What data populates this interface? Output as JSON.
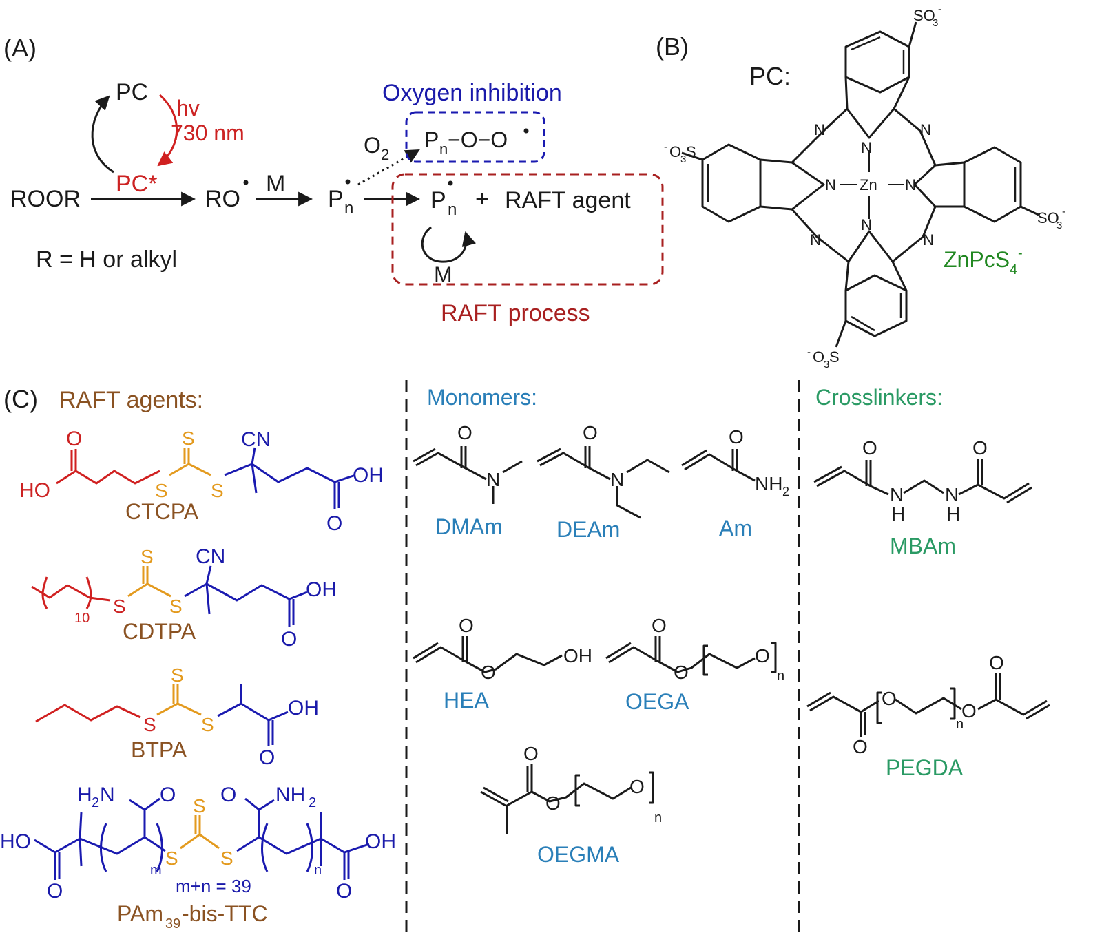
{
  "panel_a": {
    "label": "(A)",
    "pc": "PC",
    "hv": "hv",
    "wavelength": "730 nm",
    "pc_excited": "PC*",
    "roor": "ROOR",
    "ro": "RO",
    "m": "M",
    "p": "P",
    "n": "n",
    "r_def": "R = H or alkyl",
    "oxygen_title": "Oxygen inhibition",
    "o2": "O",
    "o2_sub": "2",
    "peroxy_tail": "−O−O",
    "plus": "+",
    "raft_agent": "RAFT agent",
    "raft_process": "RAFT process"
  },
  "panel_b": {
    "label": "(B)",
    "pc_label": "PC:",
    "so3": "SO",
    "o3s": "O",
    "n_atom": "N",
    "zn": "Zn",
    "name": "ZnPcS"
  },
  "panel_c": {
    "label": "(C)",
    "raft_title": "RAFT agents:",
    "monomers_title": "Monomers:",
    "crosslinkers_title": "Crosslinkers:",
    "raft": {
      "ctcpa": "CTCPA",
      "cdtpa": "CDTPA",
      "btpa": "BTPA",
      "pam_a": "PAm",
      "pam_sub": "39",
      "pam_b": "-bis-TTC",
      "mn": "m+n = 39",
      "sub10": "10",
      "m": "m",
      "n": "n"
    },
    "atoms": {
      "o": "O",
      "s": "S",
      "cn": "CN",
      "oh": "OH",
      "ho": "HO",
      "h2n": "H2N",
      "nh2": "NH2",
      "n": "N",
      "h": "H"
    },
    "monomers": [
      "DMAm",
      "DEAm",
      "Am",
      "HEA",
      "OEGA",
      "OEGMA"
    ],
    "crosslinkers": [
      "MBAm",
      "PEGDA"
    ]
  },
  "colors": {
    "black": "#1a1a1a",
    "red": "#cc2222",
    "blue": "#1a1aaa",
    "dark_red": "#a82020",
    "brown": "#8a5222",
    "monomer_blue": "#2a7fb8",
    "green": "#228822",
    "teal": "#2a9a64",
    "orange": "#e39a1e"
  }
}
